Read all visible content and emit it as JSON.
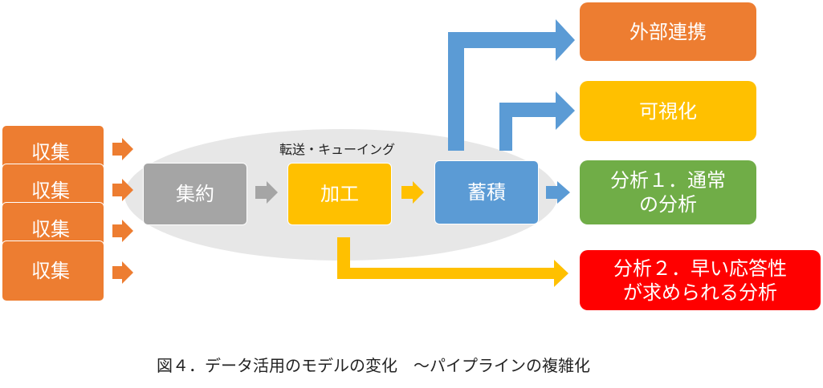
{
  "colors": {
    "orange": "#ED7D31",
    "gray": "#A5A5A5",
    "yellow": "#FFC000",
    "blue": "#5B9BD5",
    "green": "#70AD47",
    "red": "#FF0000",
    "ellipse": "#E7E7E7"
  },
  "collect": [
    "収集",
    "収集",
    "収集",
    "収集"
  ],
  "process": {
    "aggregate": "集約",
    "transform": "加工",
    "store": "蓄積",
    "transfer_label": "転送・キューイング"
  },
  "outputs": {
    "external": "外部連携",
    "visualize": "可視化",
    "analysis1": "分析１．通常\nの分析",
    "analysis2": "分析２．早い応答性\nが求められる分析"
  },
  "caption": "図４．データ活用のモデルの変化　～パイプラインの複雑化"
}
